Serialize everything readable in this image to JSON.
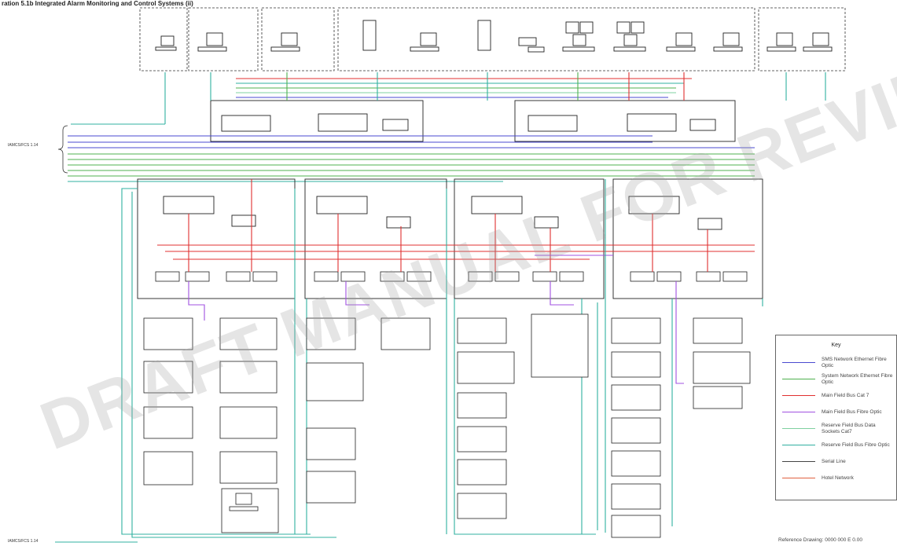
{
  "title": "ration 5.1b Integrated Alarm Monitoring and Control Systems (ii)",
  "watermark": "DRAFT MANUAL FOR REVIEW & COMMENT",
  "external_labels": {
    "upper": "IAMCS/FCS 1.14",
    "lower": "IAMCS/FCS 1.14"
  },
  "key": {
    "title": "Key",
    "items": [
      {
        "label": "SMS Network Ethernet Fibre Optic",
        "color": "#4a4ad0",
        "style": "solid"
      },
      {
        "label": "System Network Ethernet Fibre Optic",
        "color": "#4fb04f",
        "style": "solid"
      },
      {
        "label": "Main Field Bus Cat 7",
        "color": "#e03030",
        "style": "solid"
      },
      {
        "label": "Main Field Bus Fibre Optic",
        "color": "#a050e0",
        "style": "solid"
      },
      {
        "label": "Reserve Field Bus Data Sockets Cat7",
        "color": "#7fd0a0",
        "style": "solid"
      },
      {
        "label": "Reserve Field Bus Fibre Optic",
        "color": "#30b0a0",
        "style": "solid"
      },
      {
        "label": "Serial Line",
        "color": "#444444",
        "style": "solid"
      },
      {
        "label": "Hotel Network",
        "color": "#e06040",
        "style": "solid"
      }
    ]
  },
  "reference_drawing": "Reference Drawing: 0000 000 E 0.00",
  "colors": {
    "sms": "#4a4ad0",
    "system": "#4fb04f",
    "main_cat7": "#e03030",
    "main_fo": "#a050e0",
    "reserve_cat7": "#7fd0a0",
    "reserve_fo": "#30b0a0",
    "serial": "#444444",
    "hotel": "#e06040"
  }
}
